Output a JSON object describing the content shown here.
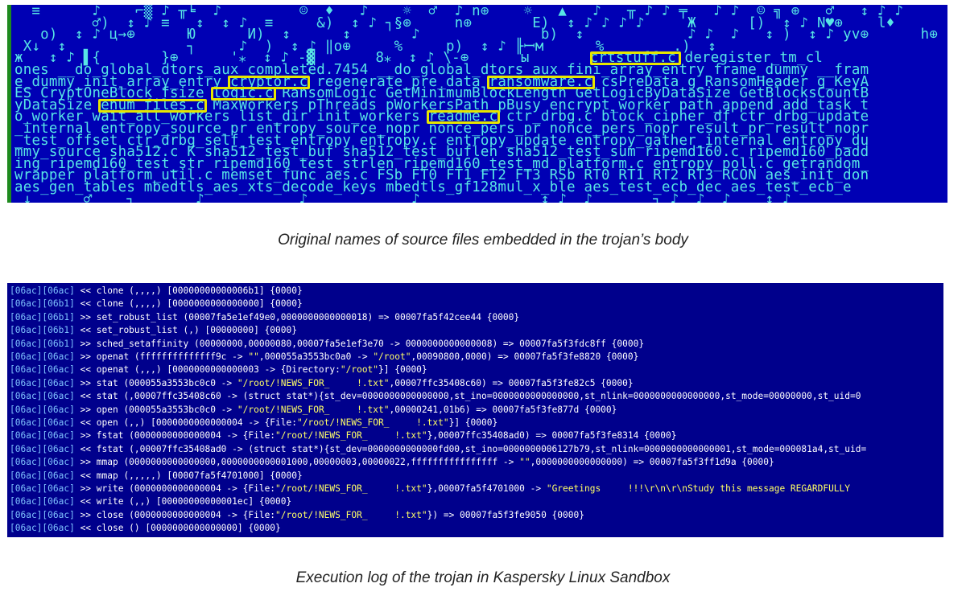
{
  "figure_top": {
    "caption": "Original names of source files embedded in the trojan’s body",
    "dump_lines": [
      "  ≡      ♪    ⌐▒ ♪ ╥╘  ♪         ☺  ♦   ♪    ☼  ♂  ♪ n⊕    ☼   ▲   ♪   ╥ ♪ ♪ ╤   ♪ ♪  ☺ ╗ ⊕   ♂   ↕ ♪ ♪",
      "         ♂)  ↕ ♪ ≡   ↕  ↕ ♪  ≡     &)  ↕ ♪ ┐§⊕     n⊕       E)  ↕ ♪ ♪ ♪ ♪     Ж      [)  ↕ ♪ N♥⊕    l♦",
      "   o)  ↕ ♪ ц→⊕      Ю      И)  ↕      ↕       ♪              b)  ↕            ♪ ♪  ♪   ↕ )  ↕ ♪ yv⊕      h⊕",
      " X↓  ↕              ┐     ♪  )  ↕ ♪ ‖o⊕     %     p)  ↕ ♪ ╟ꟷм      %        .)  ↕",
      "ж   ↕ ♪ ▌{       }⊕      '⁎  ↕ ♪ -▓       8⁎  ↕ ♪ \\-⊕      ы       crtstuff.c deregister_tm_cl",
      "ones __do_global_dtors_aux_completed.7454 __do_global_dtors_aux_fini_array_entry frame_dummy __fram",
      "e_dummy_init_array_entry cryptor.c regenerate_pre_data ransomware.c csPreData g_RansomHeader g_KeyA",
      "ES CryptOneBlock fsize logic.c RansomLogic GetMinimumBlockLength GetLogicByDataSize GetBlocksCountB",
      "yDataSize enum_files.c MaxWorkers pThreads pWorkersPath pBusy encrypt_worker path_append add_task_t",
      "o_worker wait_all_workers list_dir init_workers readme.c ctr_drbg.c block_cipher_df ctr_drbg_update",
      "_internal entropy_source_pr entropy_source_nopr nonce_pers_pr nonce_pers_nopr result_pr result_nopr",
      "_test_offset ctr_drbg_self_test_entropy entropy.c entropy_update entropy_gather_internal entropy_du",
      "mmy_source sha512.c K sha512_test_buf sha512_test_buflen sha512_test_sum ripemd160.c ripemd160_padd",
      "ing ripemd160_test_str ripemd160_test_strlen ripemd160_test_md platform.c entropy_poll.c getrandom_",
      "wrapper platform_util.c memset_func aes.c FSb FT0 FT1 FT2 FT3 RSb RT0 RT1 RT2 RT3 RCON aes_init_don",
      "aes_gen_tables mbedtls_aes_xts_decode_keys mbedtls_gf128mul_x_ble aes_test_ecb_dec aes_test_ecb_e",
      " ↓      ♂    ┐       ♪           ♪            ♪              ↕ ♪  ♪       ┐ ♪  ♪  ♪    ↕ ♪"
    ],
    "highlights": [
      "crtstuff.c",
      "cryptor.c",
      "ransomware.c",
      "logic.c",
      "enum_files.c",
      "readme.c"
    ],
    "highlight_color": "#e6e600",
    "background": "#0000b4",
    "text_color": "#57e5e5"
  },
  "figure_bottom": {
    "caption": "Execution log of the trojan in Kaspersky Linux Sandbox",
    "background": "#00008c",
    "log_lines": [
      {
        "id": "[06ac][06ac]",
        "text": " << clone (,,,,) [00000000000006b1] {0000}"
      },
      {
        "id": "[06ac][06b1]",
        "text": " << clone (,,,,) [0000000000000000] {0000}"
      },
      {
        "id": "[06ac][06b1]",
        "text": " >> set_robust_list (00007fa5e1ef49e0,0000000000000018) => 00007fa5f42cee44 {0000}"
      },
      {
        "id": "[06ac][06b1]",
        "text": " << set_robust_list (,) [00000000] {0000}"
      },
      {
        "id": "[06ac][06b1]",
        "text": " >> sched_setaffinity (00000000,00000080,00007fa5e1ef3e70 -> 0000000000000008) => 00007fa5f3fdc8ff {0000}"
      },
      {
        "id": "[06ac][06ac]",
        "text": " >> openat (ffffffffffffff9c -> \"\",000055a3553bc0a0 -> \"/root\",00090800,0000) => 00007fa5f3fe8820 {0000}"
      },
      {
        "id": "[06ac][06ac]",
        "text": " << openat (,,,) [0000000000000003 -> {Directory:\"/root\"}] {0000}"
      },
      {
        "id": "[06ac][06ac]",
        "text": " >> stat (000055a3553bc0c0 -> \"/root/!NEWS_FOR_     !.txt\",00007ffc35408c60) => 00007fa5f3fe82c5 {0000}"
      },
      {
        "id": "[06ac][06ac]",
        "text": " << stat (,00007ffc35408c60 -> (struct stat*){st_dev=0000000000000000,st_ino=0000000000000000,st_nlink=0000000000000000,st_mode=00000000,st_uid=0"
      },
      {
        "id": "[06ac][06ac]",
        "text": " >> open (000055a3553bc0c0 -> \"/root/!NEWS_FOR_     !.txt\",00000241,01b6) => 00007fa5f3fe877d {0000}"
      },
      {
        "id": "[06ac][06ac]",
        "text": " << open (,,) [0000000000000004 -> {File:\"/root/!NEWS_FOR_     !.txt\"}] {0000}"
      },
      {
        "id": "[06ac][06ac]",
        "text": " >> fstat (0000000000000004 -> {File:\"/root/!NEWS_FOR_     !.txt\"},00007ffc35408ad0) => 00007fa5f3fe8314 {0000}"
      },
      {
        "id": "[06ac][06ac]",
        "text": " << fstat (,00007ffc35408ad0 -> (struct stat*){st_dev=0000000000000fd00,st_ino=0000000006127b79,st_nlink=0000000000000001,st_mode=000081a4,st_uid="
      },
      {
        "id": "[06ac][06ac]",
        "text": " >> mmap (0000000000000000,0000000000001000,00000003,00000022,ffffffffffffffff -> \"\",0000000000000000) => 00007fa5f3ff1d9a {0000}"
      },
      {
        "id": "[06ac][06ac]",
        "text": " << mmap (,,,,,) [00007fa5f4701000] {0000}"
      },
      {
        "id": "[06ac][06ac]",
        "text": " >> write (0000000000000004 -> {File:\"/root/!NEWS_FOR_     !.txt\"},00007fa5f4701000 -> \"Greetings     !!!\\r\\n\\r\\nStudy this message REGARDFULLY"
      },
      {
        "id": "[06ac][06ac]",
        "text": " << write (,,) [00000000000001ec] {0000}"
      },
      {
        "id": "[06ac][06ac]",
        "text": " >> close (0000000000000004 -> {File:\"/root/!NEWS_FOR_     !.txt\"}) => 00007fa5f3fe9050 {0000}"
      },
      {
        "id": "[06ac][06ac]",
        "text": " << close () [0000000000000000] {0000}"
      }
    ]
  }
}
